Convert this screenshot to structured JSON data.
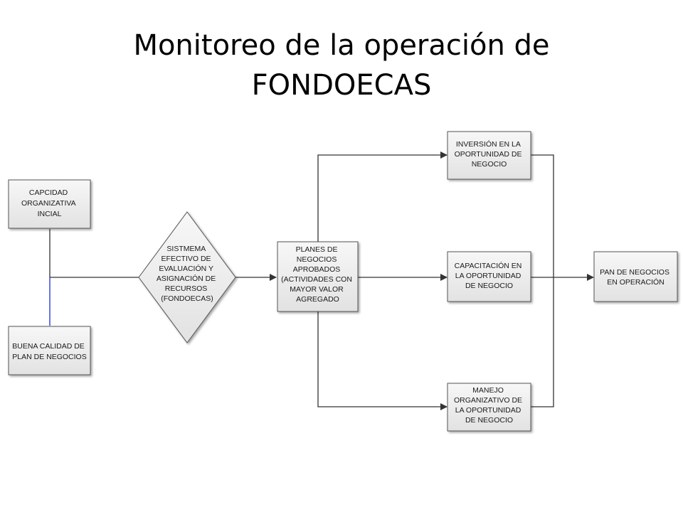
{
  "title": {
    "line1": "Monitoreo de la operación de",
    "line2": "FONDOECAS"
  },
  "nodes": {
    "capacidad": [
      "CAPCIDAD",
      "ORGANIZATIVA",
      "INCIAL"
    ],
    "buena_calidad": [
      "BUENA CALIDAD DE",
      "PLAN DE NEGOCIOS"
    ],
    "sistema": [
      "SISTMEMA",
      "EFECTIVO DE",
      "EVALUACIÓN Y",
      "ASIGNACIÓN DE",
      "RECURSOS",
      "(FONDOECAS)"
    ],
    "planes": [
      "PLANES DE",
      "NEGOCIOS",
      "APROBADOS",
      "(ACTIVIDADES CON",
      "MAYOR VALOR",
      "AGREGADO"
    ],
    "inversion": [
      "INVERSIÓN EN LA",
      "OPORTUNIDAD DE",
      "NEGOCIO"
    ],
    "capacitacion": [
      "CAPACITACIÓN EN",
      "LA OPORTUNIDAD",
      "DE NEGOCIO"
    ],
    "manejo": [
      "MANEJO",
      "ORGANIZATIVO DE",
      "LA OPORTUNIDAD",
      "DE NEGOCIO"
    ],
    "pan": [
      "PAN DE NEGOCIOS",
      "EN OPERACIÓN"
    ]
  },
  "colors": {
    "box_fill": "#ececec",
    "box_stroke": "#555555",
    "connector": "#333333",
    "connector_highlight": "#1a2bd6"
  }
}
